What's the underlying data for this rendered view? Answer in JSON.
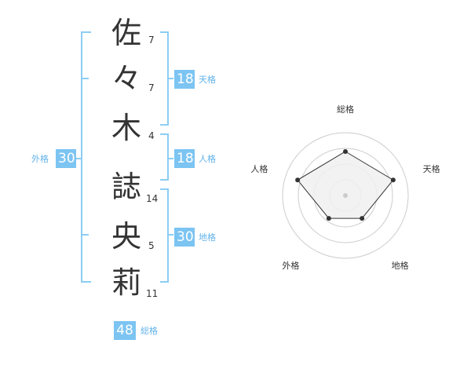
{
  "name": {
    "chars": [
      {
        "char": "佐",
        "strokes": "7"
      },
      {
        "char": "々",
        "strokes": "7"
      },
      {
        "char": "木",
        "strokes": "4"
      },
      {
        "char": "誌",
        "strokes": "14"
      },
      {
        "char": "央",
        "strokes": "5"
      },
      {
        "char": "莉",
        "strokes": "11"
      }
    ]
  },
  "fortunes": {
    "tenkaku": {
      "value": "18",
      "label": "天格"
    },
    "jinkaku": {
      "value": "18",
      "label": "人格"
    },
    "chikaku": {
      "value": "30",
      "label": "地格"
    },
    "gaikaku": {
      "value": "30",
      "label": "外格"
    },
    "soukaku": {
      "value": "48",
      "label": "総格"
    }
  },
  "chart_data": {
    "type": "radar",
    "axes": [
      "総格",
      "天格",
      "地格",
      "外格",
      "人格"
    ],
    "values": [
      0.7,
      0.8,
      0.45,
      0.45,
      0.8
    ],
    "ylim": [
      0,
      1
    ],
    "rings": 4,
    "colors": {
      "fill": "#f0f0f0",
      "stroke": "#333333",
      "ring": "#cccccc",
      "center": "#cccccc"
    }
  }
}
